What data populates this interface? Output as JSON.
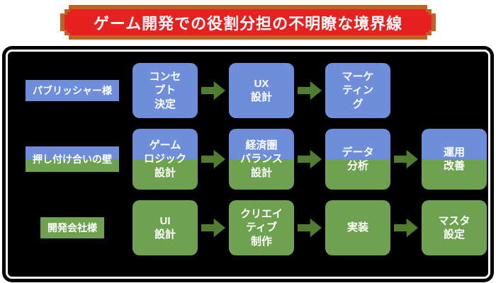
{
  "title": {
    "text": "ゲーム開発での役割分担の不明瞭な境界線"
  },
  "colors": {
    "blue": "#6e8edb",
    "green": "#6fa250",
    "arrow": "#527d30",
    "title_bg": "#e6211f",
    "frame": "#bf6226",
    "panel_bg": "#000000",
    "panel_border": "#ffffff"
  },
  "rows": [
    {
      "label": "パブリッシャー様",
      "boxes": [
        "コンセ\nプト\n決定",
        "UX\n設計",
        "マーケ\nティン\nグ"
      ]
    },
    {
      "label": "押し付け合いの壁",
      "boxes": [
        "ゲーム\nロジック\n設計",
        "経済圏\nバランス\n設計",
        "データ\n分析",
        "運用\n改善"
      ]
    },
    {
      "label": "開発会社様",
      "boxes": [
        "UI\n設計",
        "クリエイ\nティブ\n制作",
        "実装",
        "マスタ\n設定"
      ]
    }
  ]
}
